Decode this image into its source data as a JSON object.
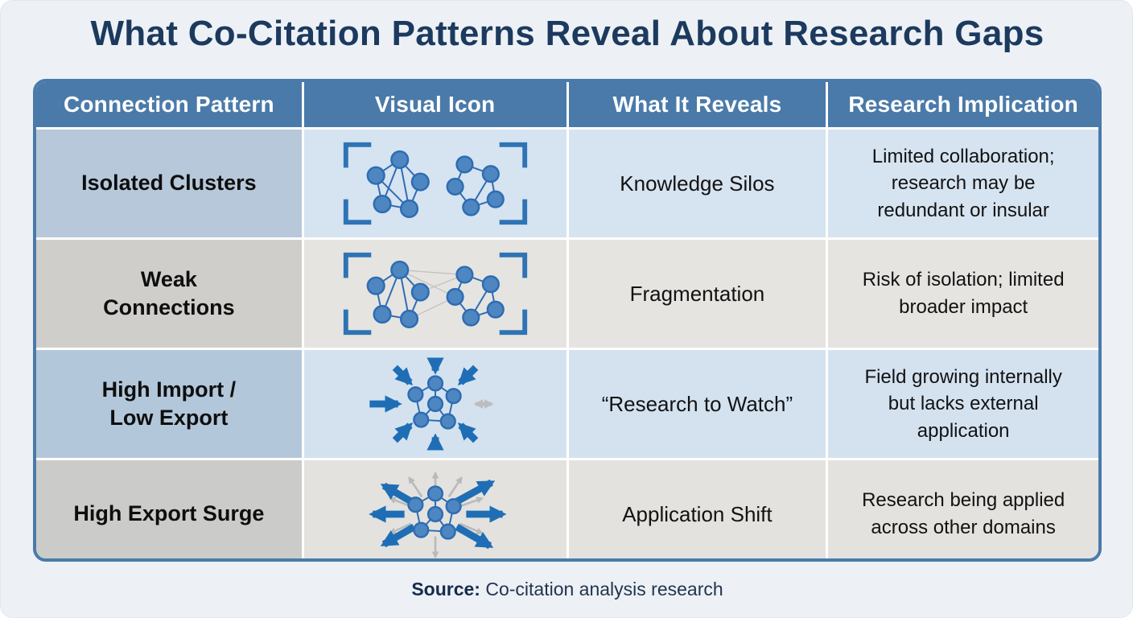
{
  "page": {
    "title": "What Co-Citation Patterns Reveal About Research Gaps"
  },
  "table": {
    "headers": [
      "Connection Pattern",
      "Visual Icon",
      "What It Reveals",
      "Research Implication"
    ],
    "rows": [
      {
        "pattern": "Isolated Clusters",
        "icon": "isolated-clusters-icon",
        "reveals": "Knowledge Silos",
        "implication": "Limited collaboration;\nresearch may be\nredundant or insular"
      },
      {
        "pattern": "Weak\nConnections",
        "icon": "weak-connections-icon",
        "reveals": "Fragmentation",
        "implication": "Risk of isolation; limited\nbroader impact"
      },
      {
        "pattern": "High Import /\nLow Export",
        "icon": "high-import-low-export-icon",
        "reveals": "“Research to Watch”",
        "implication": "Field growing internally\nbut lacks external\napplication"
      },
      {
        "pattern": "High Export Surge",
        "icon": "high-export-surge-icon",
        "reveals": "Application Shift",
        "implication": "Research being applied\nacross other domains"
      }
    ]
  },
  "footer": {
    "source_label": "Source:",
    "source_text": " Co-citation analysis research"
  },
  "colors": {
    "background": "#edf1f6",
    "title_text": "#1c3a5e",
    "header_bg": "#4a7aa9",
    "header_text": "#ffffff",
    "table_border": "#4a7aa9",
    "row_blue_pattern": "#b6c8da",
    "row_blue_cells": "#d6e3f0",
    "row_gray_pattern": "#cfcecb",
    "row_gray_cells": "#e5e4e1",
    "node_fill": "#4e86c1",
    "node_stroke": "#2d6cb2",
    "bracket_blue": "#2e74b5",
    "arrow_blue": "#1f6eb5",
    "arrow_gray": "#b9b9b9"
  }
}
